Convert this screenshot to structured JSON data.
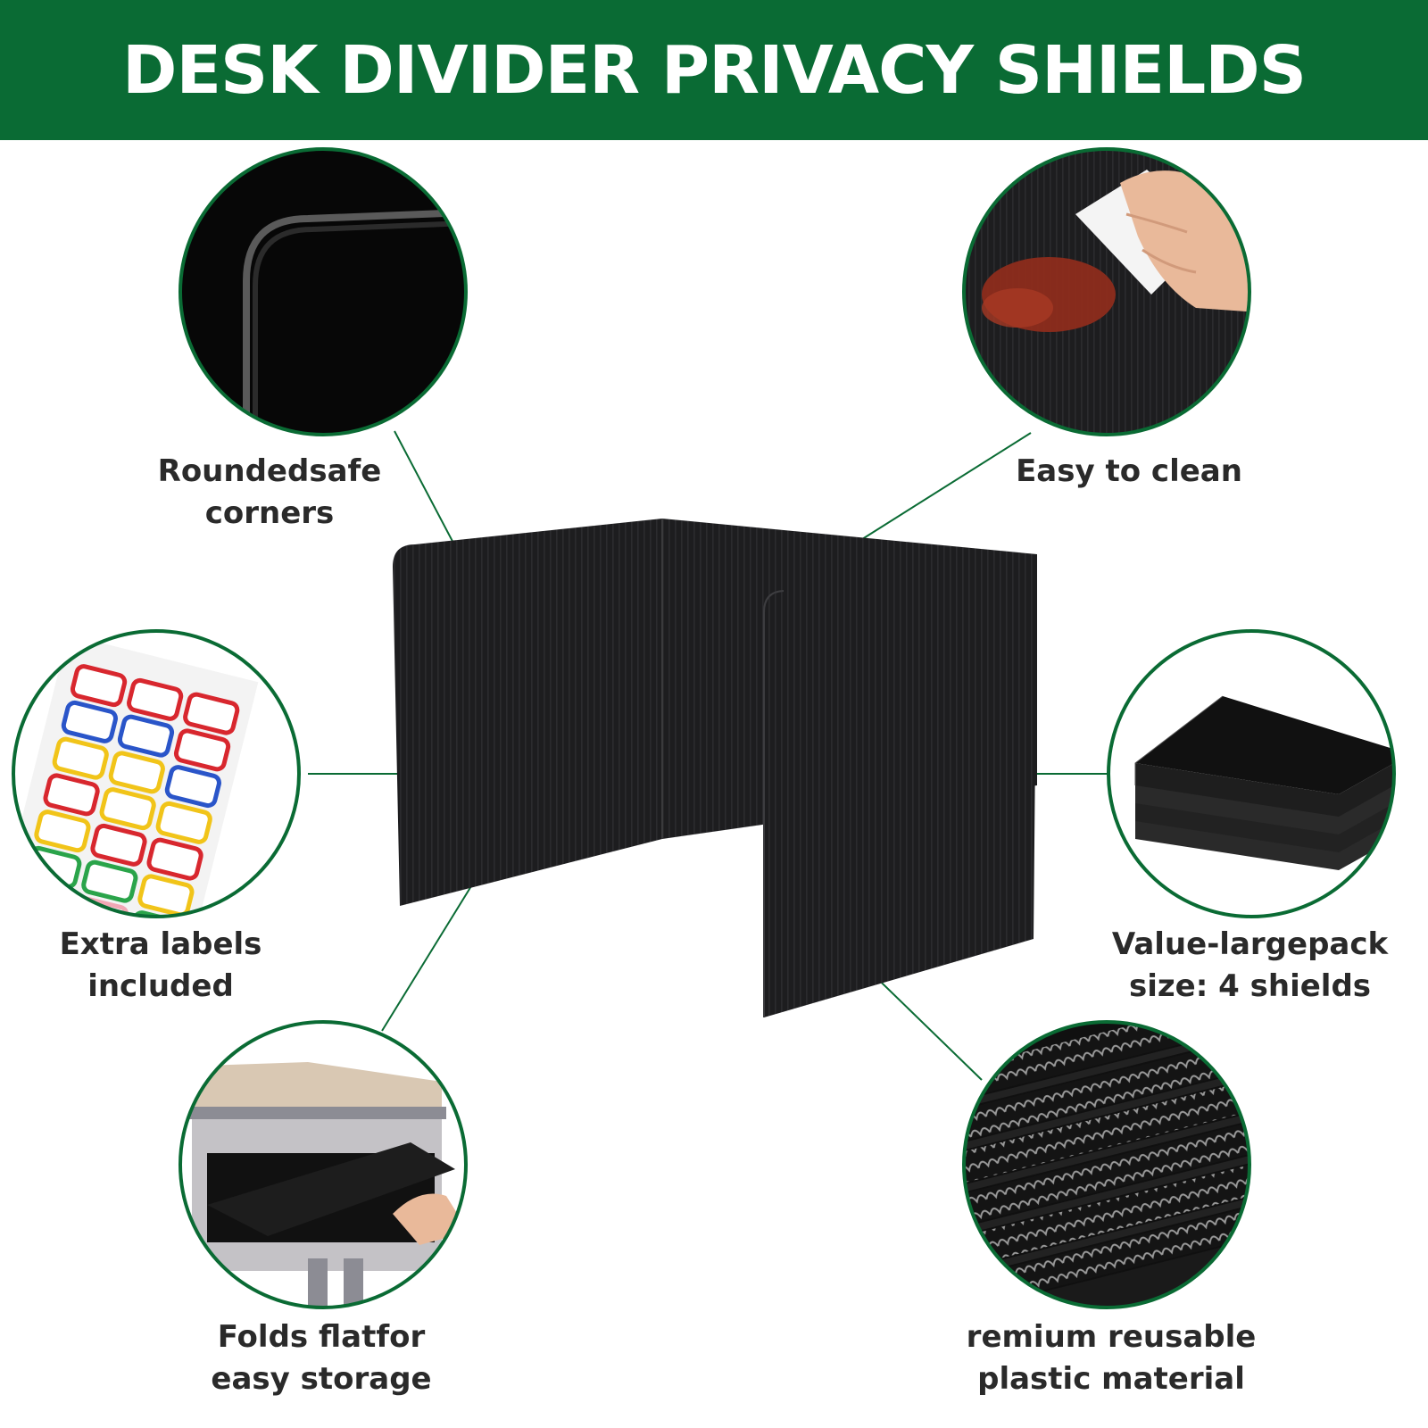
{
  "banner": {
    "title": "DESK DIVIDER PRIVACY SHIELDS"
  },
  "colors": {
    "brand_green": "#0a6b34",
    "shield_black": "#1c1c1e",
    "label_text": "#2a2a2a"
  },
  "features": [
    {
      "id": "corners",
      "icon": "rounded-corner-closeup",
      "line1": "Roundedsafe",
      "line2": "corners"
    },
    {
      "id": "clean",
      "icon": "wipe-clean-closeup",
      "line1": "Easy to clean",
      "line2": ""
    },
    {
      "id": "labels",
      "icon": "label-stickers-sheet",
      "line1": "Extra labels",
      "line2": "included"
    },
    {
      "id": "pack",
      "icon": "stacked-shields",
      "line1": "Value-largepack",
      "line2": "size: 4 shields"
    },
    {
      "id": "storage",
      "icon": "desk-storage-closeup",
      "line1": "Folds flatfor",
      "line2": "easy storage"
    },
    {
      "id": "material",
      "icon": "corrugated-plastic-closeup",
      "line1": "remium reusable",
      "line2": "plastic material"
    }
  ]
}
